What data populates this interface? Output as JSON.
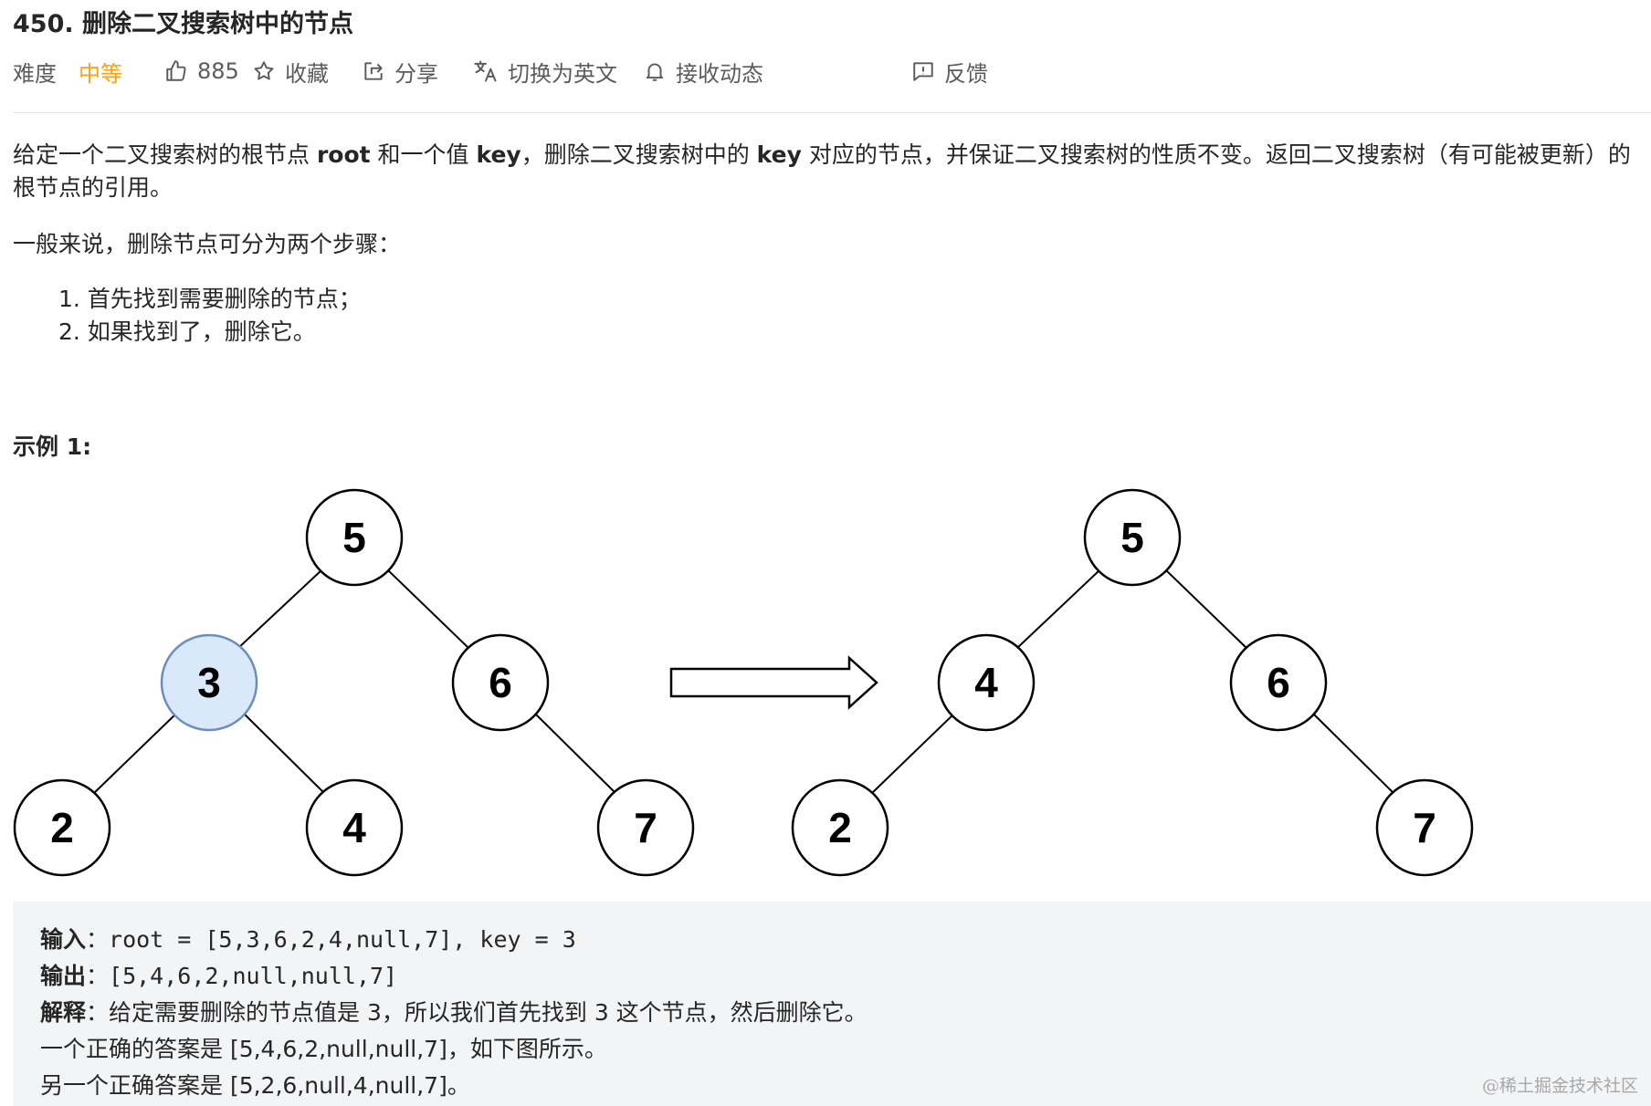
{
  "problem": {
    "title": "450. 删除二叉搜索树中的节点"
  },
  "toolbar": {
    "difficulty_label": "难度",
    "difficulty_value": "中等",
    "likes": "885",
    "favorite_label": "收藏",
    "share_label": "分享",
    "switch_lang_label": "切换为英文",
    "subscribe_label": "接收动态",
    "feedback_label": "反馈",
    "difficulty_color": "#ffa116"
  },
  "description": {
    "p1_part1": "给定一个二叉搜索树的根节点 ",
    "p1_root": "root",
    "p1_part2": " 和一个值 ",
    "p1_key": "key",
    "p1_part3": "，删除二叉搜索树中的 ",
    "p1_key2": "key",
    "p1_part4": " 对应的节点，并保证二叉搜索树的性质不变。返回二叉搜索树（有可能被更新）的根节点的引用。",
    "p2": "一般来说，删除节点可分为两个步骤：",
    "steps": [
      "1. 首先找到需要删除的节点；",
      "2. 如果找到了，删除它。"
    ]
  },
  "example": {
    "title": "示例 1:",
    "input_label": "输入",
    "input_value": "：root = [5,3,6,2,4,null,7], key = 3",
    "output_label": "输出",
    "output_value": "：[5,4,6,2,null,null,7]",
    "explain_label": "解释",
    "explain_value": "：给定需要删除的节点值是 3，所以我们首先找到 3 这个节点，然后删除它。",
    "line4": "一个正确的答案是 [5,4,6,2,null,null,7]，如下图所示。",
    "line5": "另一个正确答案是 [5,2,6,null,4,null,7]。"
  },
  "diagram": {
    "before_tree": {
      "nodes": [
        "5",
        "3",
        "6",
        "2",
        "4",
        "7"
      ],
      "highlighted": "3"
    },
    "after_tree": {
      "nodes": [
        "5",
        "4",
        "6",
        "2",
        "7"
      ]
    },
    "highlight_fill": "#dae8fc",
    "highlight_stroke": "#6c8ebf"
  },
  "watermark": "@稀土掘金技术社区"
}
